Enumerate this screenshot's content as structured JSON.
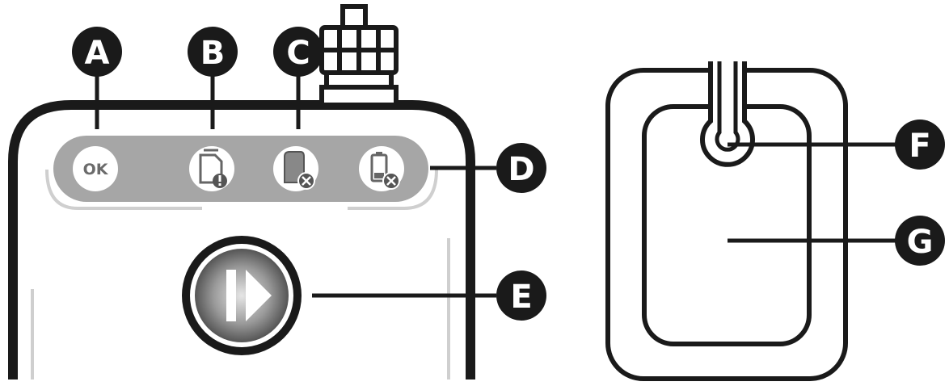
{
  "callouts": {
    "a": "A",
    "b": "B",
    "c": "C",
    "d": "D",
    "e": "E",
    "f": "F",
    "g": "G"
  },
  "status_bar": {
    "ok_label": "OK",
    "icons": [
      "ok-status-icon",
      "alert-document-icon",
      "device-error-icon",
      "battery-error-icon"
    ]
  },
  "main_button": {
    "icon": "play-pause-icon"
  },
  "colors": {
    "ink": "#1a1a1a",
    "status_bar": "#a6a6a6",
    "icon_fill": "#ffffff",
    "icon_stroke": "#666666"
  }
}
